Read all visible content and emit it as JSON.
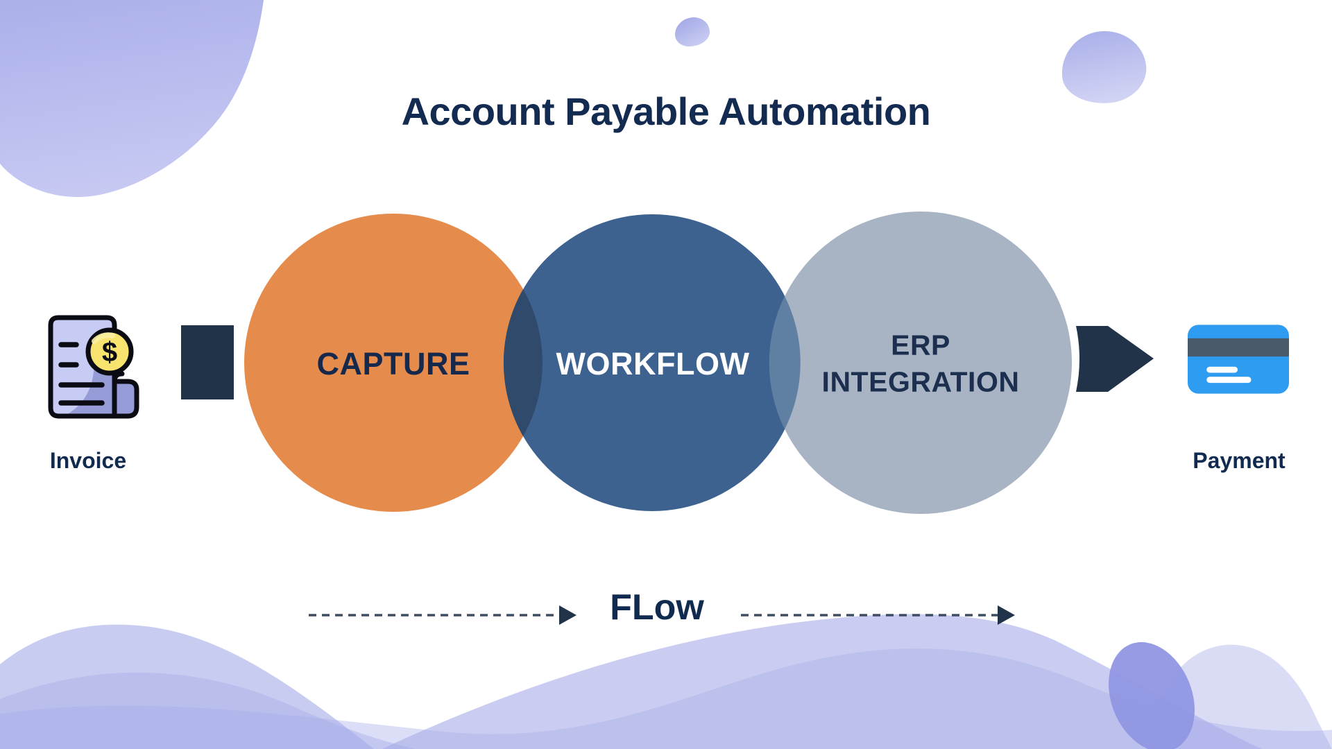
{
  "title": "Account Payable Automation",
  "stages": [
    {
      "label": "CAPTURE",
      "circle_color": "#e58c4d",
      "text_color": "#16294d"
    },
    {
      "label": "WORKFLOW",
      "circle_color": "#3d6290",
      "text_color": "#ffffff"
    },
    {
      "label": "ERP INTEGRATION",
      "lines": [
        "ERP",
        "INTEGRATION"
      ],
      "circle_color": "#a8b3c3",
      "text_color": "#1c2f4f"
    }
  ],
  "overlaps": {
    "capture_workflow_color": "#2f4a6a",
    "workflow_erp_color": "#5f7fa3"
  },
  "input": {
    "label": "Invoice",
    "icon": "invoice-document-dollar-icon"
  },
  "output": {
    "label": "Payment",
    "icon": "credit-card-icon"
  },
  "flow": {
    "label": "FLow",
    "arrow_color": "#3e4e60"
  },
  "icons": {
    "dollar_glyph": "$"
  },
  "colors": {
    "title_text": "#132b51",
    "connector": "#203349",
    "blob_lavender": "#aeb3ec",
    "wave_lavender": "#a6ace8",
    "card_blue": "#2e9cf0",
    "card_stripe": "#4a5a6b",
    "coin_yellow": "#f9e36f",
    "doc_light": "#c7ccf4",
    "doc_shadow": "#959cd8"
  }
}
